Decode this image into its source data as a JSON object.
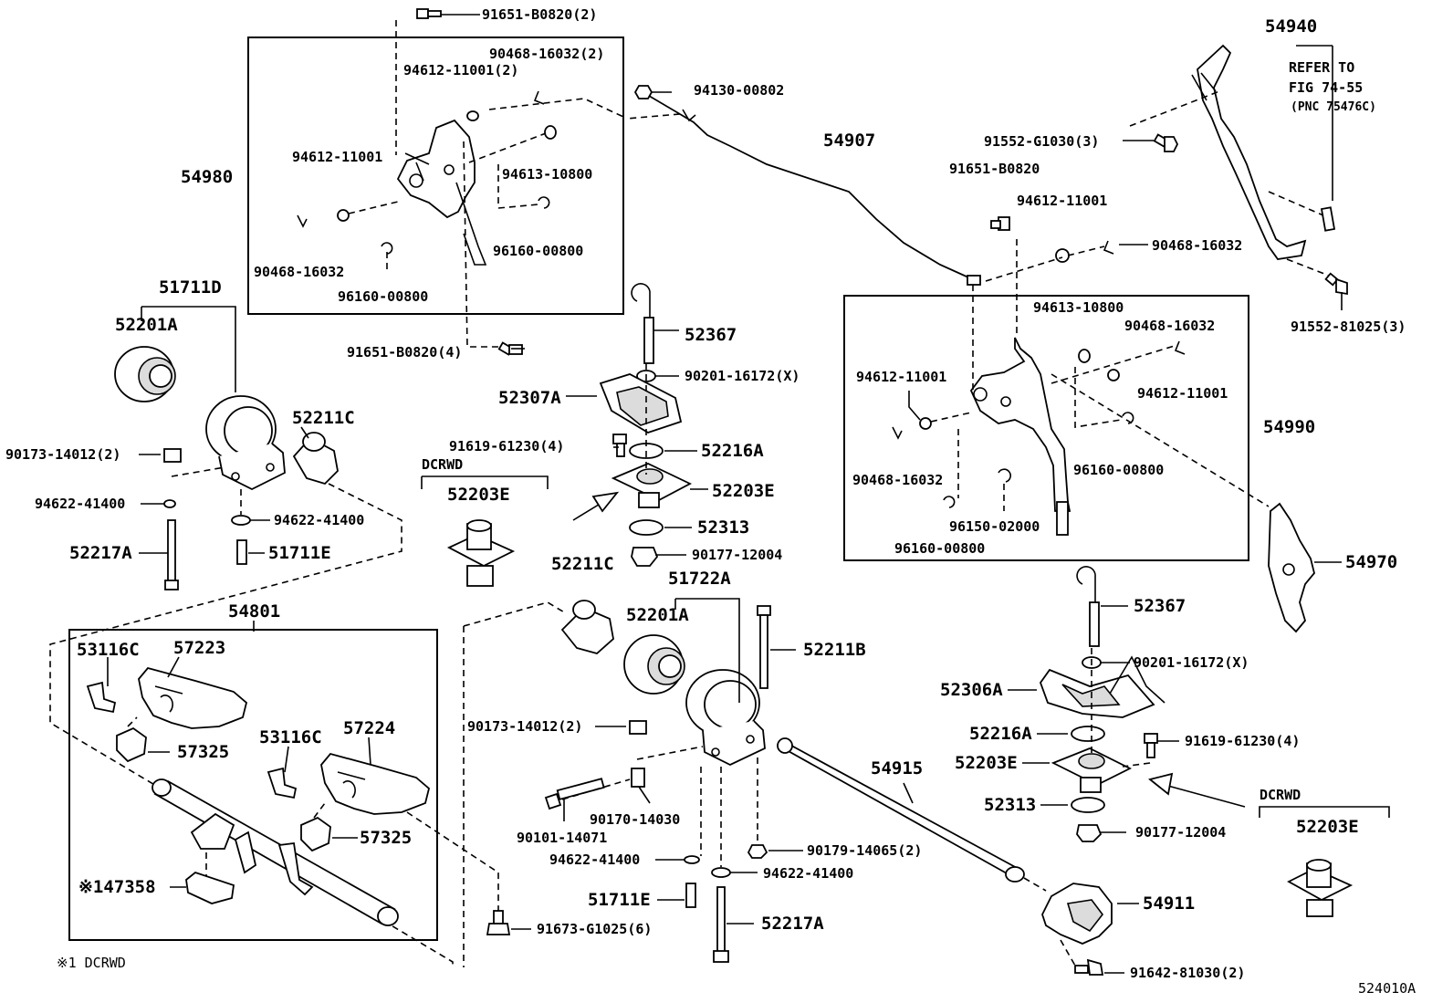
{
  "diagram_id": "524010A",
  "footnote": "※1 DCRWD",
  "refer_note": {
    "line1": "REFER TO",
    "line2": "FIG 74-55",
    "line3": "(PNC 75476C)"
  },
  "labels": [
    {
      "id": "l1",
      "text": "91651-B0820(2)"
    },
    {
      "id": "l2",
      "text": "90468-16032(2)"
    },
    {
      "id": "l3",
      "text": "94612-11001(2)"
    },
    {
      "id": "l4",
      "text": "94612-11001"
    },
    {
      "id": "l5",
      "text": "94613-10800"
    },
    {
      "id": "l6",
      "text": "96160-00800"
    },
    {
      "id": "l7",
      "text": "90468-16032"
    },
    {
      "id": "l8",
      "text": "96160-00800"
    },
    {
      "id": "l9",
      "text": "54980"
    },
    {
      "id": "l10",
      "text": "91651-B0820(4)"
    },
    {
      "id": "l11",
      "text": "94130-00802"
    },
    {
      "id": "l12",
      "text": "54907"
    },
    {
      "id": "l13",
      "text": "91552-G1030(3)"
    },
    {
      "id": "l14",
      "text": "91651-B0820"
    },
    {
      "id": "l15",
      "text": "94612-11001"
    },
    {
      "id": "l16",
      "text": "90468-16032"
    },
    {
      "id": "l17",
      "text": "54940"
    },
    {
      "id": "l18",
      "text": "91552-81025(3)"
    },
    {
      "id": "l19",
      "text": "94613-10800"
    },
    {
      "id": "l20",
      "text": "90468-16032"
    },
    {
      "id": "l21",
      "text": "94612-11001"
    },
    {
      "id": "l22",
      "text": "94612-11001"
    },
    {
      "id": "l23",
      "text": "54990"
    },
    {
      "id": "l24",
      "text": "90468-16032"
    },
    {
      "id": "l25",
      "text": "96160-00800"
    },
    {
      "id": "l26",
      "text": "96150-02000"
    },
    {
      "id": "l27",
      "text": "96160-00800"
    },
    {
      "id": "l28",
      "text": "54970"
    },
    {
      "id": "l29",
      "text": "51711D"
    },
    {
      "id": "l30",
      "text": "52201A"
    },
    {
      "id": "l31",
      "text": "52211C"
    },
    {
      "id": "l32",
      "text": "90173-14012(2)"
    },
    {
      "id": "l33",
      "text": "94622-41400"
    },
    {
      "id": "l34",
      "text": "94622-41400"
    },
    {
      "id": "l35",
      "text": "51711E"
    },
    {
      "id": "l36",
      "text": "52217A"
    },
    {
      "id": "l37",
      "text": "52367"
    },
    {
      "id": "l38",
      "text": "90201-16172(X)"
    },
    {
      "id": "l39",
      "text": "52307A"
    },
    {
      "id": "l40",
      "text": "91619-61230(4)"
    },
    {
      "id": "l41",
      "text": "52216A"
    },
    {
      "id": "l42",
      "text": "DCRWD"
    },
    {
      "id": "l43",
      "text": "52203E"
    },
    {
      "id": "l44",
      "text": "52203E"
    },
    {
      "id": "l45",
      "text": "52313"
    },
    {
      "id": "l46",
      "text": "90177-12004"
    },
    {
      "id": "l47",
      "text": "54801"
    },
    {
      "id": "l48",
      "text": "53116C"
    },
    {
      "id": "l49",
      "text": "57223"
    },
    {
      "id": "l50",
      "text": "57325"
    },
    {
      "id": "l51",
      "text": "53116C"
    },
    {
      "id": "l52",
      "text": "57224"
    },
    {
      "id": "l53",
      "text": "57325"
    },
    {
      "id": "l54",
      "text": "※147358"
    },
    {
      "id": "l55",
      "text": "52211C"
    },
    {
      "id": "l56",
      "text": "51722A"
    },
    {
      "id": "l57",
      "text": "52201A"
    },
    {
      "id": "l58",
      "text": "52211B"
    },
    {
      "id": "l59",
      "text": "90173-14012(2)"
    },
    {
      "id": "l60",
      "text": "90170-14030"
    },
    {
      "id": "l61",
      "text": "90101-14071"
    },
    {
      "id": "l62",
      "text": "94622-41400"
    },
    {
      "id": "l63",
      "text": "90179-14065(2)"
    },
    {
      "id": "l64",
      "text": "94622-41400"
    },
    {
      "id": "l65",
      "text": "51711E"
    },
    {
      "id": "l66",
      "text": "52217A"
    },
    {
      "id": "l67",
      "text": "91673-G1025(6)"
    },
    {
      "id": "l68",
      "text": "54915"
    },
    {
      "id": "l69",
      "text": "54911"
    },
    {
      "id": "l70",
      "text": "91642-81030(2)"
    },
    {
      "id": "l71",
      "text": "52367"
    },
    {
      "id": "l72",
      "text": "90201-16172(X)"
    },
    {
      "id": "l73",
      "text": "52306A"
    },
    {
      "id": "l74",
      "text": "52216A"
    },
    {
      "id": "l75",
      "text": "91619-61230(4)"
    },
    {
      "id": "l76",
      "text": "52203E"
    },
    {
      "id": "l77",
      "text": "52313"
    },
    {
      "id": "l78",
      "text": "90177-12004"
    },
    {
      "id": "l79",
      "text": "DCRWD"
    },
    {
      "id": "l80",
      "text": "52203E"
    }
  ]
}
